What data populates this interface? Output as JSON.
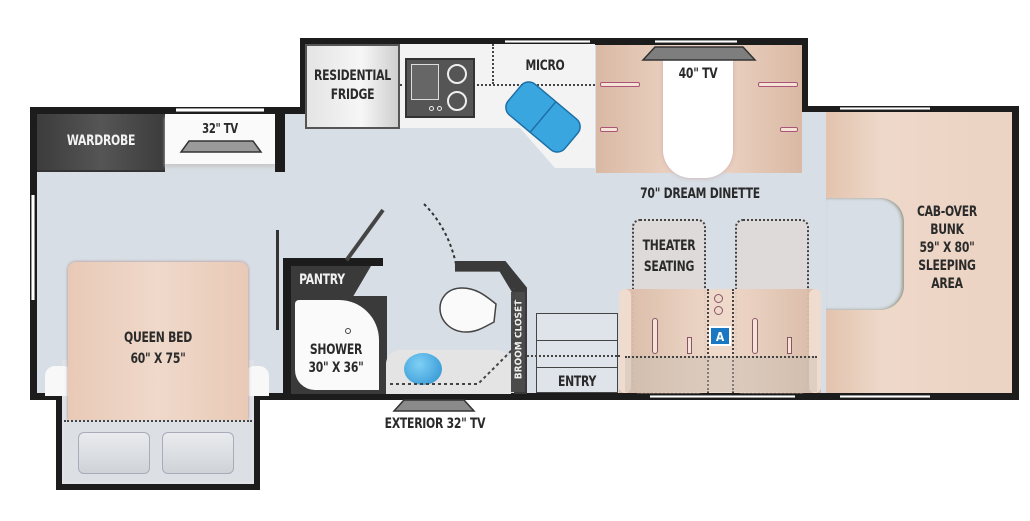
{
  "floorplan": {
    "rooms": {
      "wardrobe": "WARDROBE",
      "bedroom_tv": "32\" TV",
      "fridge_line1": "RESIDENTIAL",
      "fridge_line2": "FRIDGE",
      "micro": "MICRO",
      "dinette_tv": "40\" TV",
      "dinette": "70\" DREAM DINETTE",
      "bunk_line1": "CAB-OVER",
      "bunk_line2": "BUNK",
      "bunk_line3": "59\" X 80\"",
      "bunk_line4": "SLEEPING",
      "bunk_line5": "AREA",
      "theater_line1": "THEATER",
      "theater_line2": "SEATING",
      "pantry": "PANTRY",
      "shower_line1": "SHOWER",
      "shower_line2": "30\" X 36\"",
      "broom_closet": "BROOM CLOSET",
      "entry": "ENTRY",
      "queen_line1": "QUEEN BED",
      "queen_line2": "60\" X 75\"",
      "exterior_tv": "EXTERIOR 32\" TV",
      "badge": "A"
    },
    "icons": [
      "tv-icon",
      "cooktop-icon",
      "sink-icon",
      "toilet-icon",
      "lavatory-sink-icon",
      "shower-drain-icon",
      "pillow-icon",
      "seatbelt-icon",
      "cupholder-icon"
    ],
    "colors": {
      "floor": "#d7dee5",
      "wall": "#1c1c1c",
      "bed_tan": "#ecd3c3",
      "sink_blue": "#3aa6e0",
      "badge_blue": "#1a78c2",
      "dark_cabinet": "#4a4a4a"
    }
  }
}
